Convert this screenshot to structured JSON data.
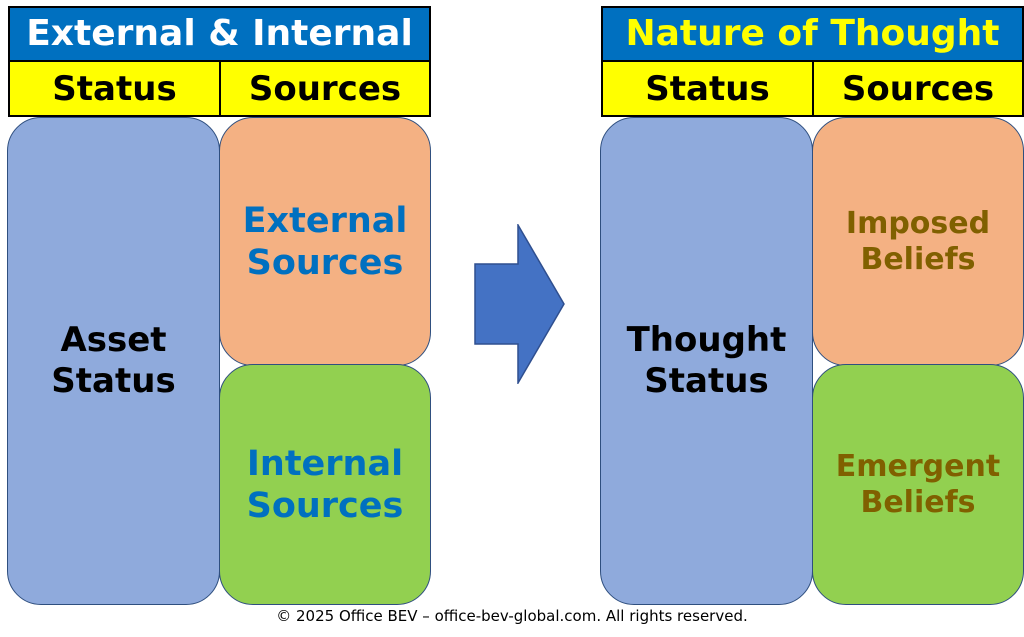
{
  "left_panel": {
    "title": "External & Internal",
    "header_status": "Status",
    "header_sources": "Sources",
    "status_box": [
      "Asset",
      "Status"
    ],
    "source_top": [
      "External",
      "Sources"
    ],
    "source_bottom": [
      "Internal",
      "Sources"
    ]
  },
  "right_panel": {
    "title": "Nature of Thought",
    "header_status": "Status",
    "header_sources": "Sources",
    "status_box": [
      "Thought",
      "Status"
    ],
    "source_top": [
      "Imposed",
      "Beliefs"
    ],
    "source_bottom": [
      "Emergent",
      "Beliefs"
    ]
  },
  "arrow": {
    "icon": "right-arrow-icon",
    "color": "#4472c4"
  },
  "colors": {
    "title_bg": "#0070c0",
    "header_bg": "#ffff00",
    "status_bg": "#8faadc",
    "top_source_bg": "#f4b183",
    "bottom_source_bg": "#92d050",
    "left_title_text": "#ffffff",
    "right_title_text": "#ffff00"
  },
  "footer": "© 2025 Office BEV – office-bev-global.com. All rights reserved."
}
